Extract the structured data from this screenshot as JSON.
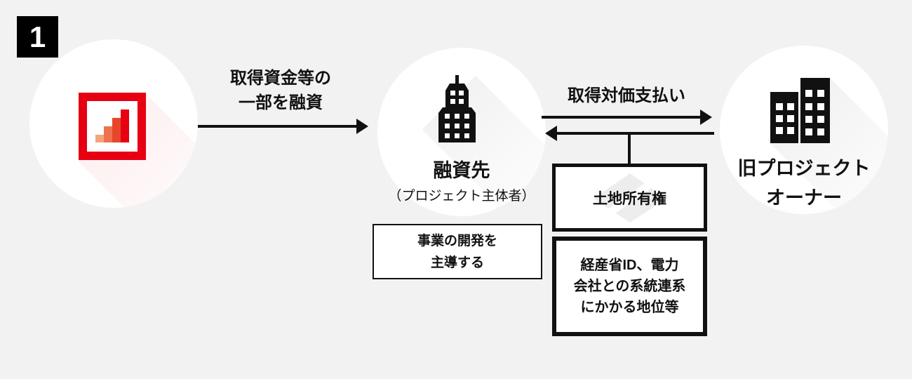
{
  "diagram": {
    "step_badge": "1",
    "loan_flow": {
      "label_line1": "取得資金等の",
      "label_line2": "一部を融資"
    },
    "borrower": {
      "title": "融資先",
      "subtitle": "（プロジェクト主体者）",
      "role_note_line1": "事業の開発を",
      "role_note_line2": "主導する"
    },
    "payment_flow": {
      "label": "取得対価支払い"
    },
    "transferred_assets": {
      "land": "土地所有権",
      "grid_line1": "経産省ID、電力",
      "grid_line2": "会社との系統連系",
      "grid_line3": "にかかる地位等"
    },
    "old_owner": {
      "title_line1": "旧プロジェクト",
      "title_line2": "オーナー"
    }
  },
  "icons": {
    "lender": "bar-chart-logo-icon",
    "borrower": "office-tower-icon",
    "old_owner": "twin-buildings-icon",
    "land": "land-parcel-watermark-icon"
  },
  "colors": {
    "background": "#f2f2f2",
    "ink": "#111111",
    "badge_bg": "#000000",
    "badge_fg": "#ffffff",
    "brand_red": "#e60012",
    "logo_bar1": "#f4a57e",
    "logo_bar2": "#ee7250",
    "logo_bar3": "#e6472a",
    "logo_bar4": "#e60012",
    "box_bg": "#ffffff",
    "watermark": "#ededed"
  }
}
